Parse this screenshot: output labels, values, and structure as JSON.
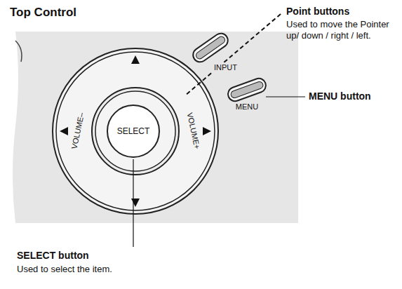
{
  "diagram": {
    "title": "Top Control",
    "nodes": [
      {
        "text": [
          "SELECT"
        ]
      }
    ],
    "labels": [
      "Point buttons",
      "Used to move the Pointer up/ down / right / left.",
      "MENU button",
      "SELECT button",
      "Used to select the item.",
      "INPUT",
      "MENU",
      "VOLUME–",
      "VOLUME+"
    ]
  }
}
